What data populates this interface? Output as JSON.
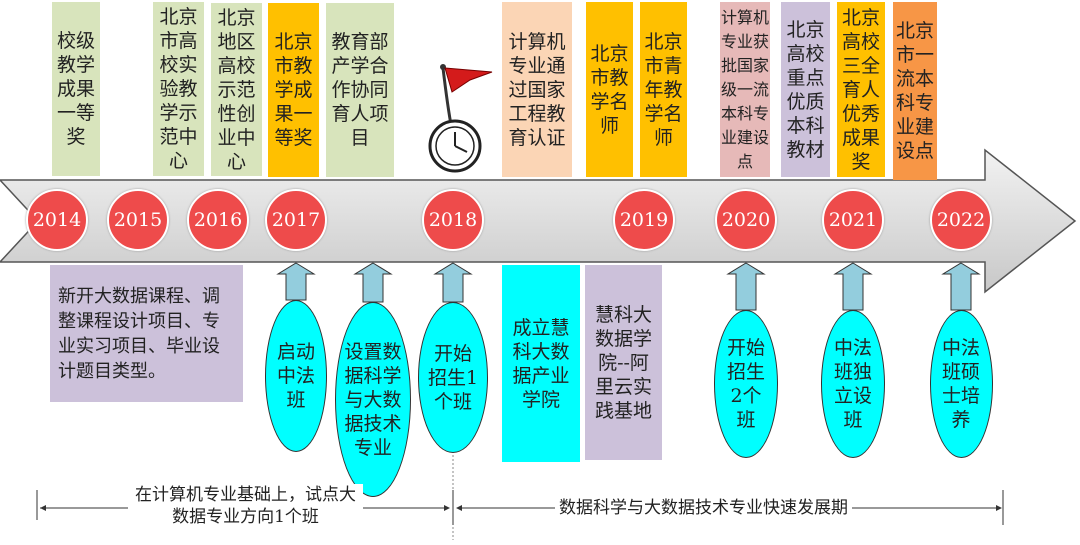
{
  "top_items": [
    {
      "text": "校级教学成果一等奖",
      "color": "#d8e4bc"
    },
    {
      "text": "北京市高校实验教学示范中心",
      "color": "#d8e4bc"
    },
    {
      "text": "北京地区高校示范性创业中心",
      "color": "#d8e4bc"
    },
    {
      "text": "北京市教学成果一等奖",
      "color": "#ffc000"
    },
    {
      "text": "教育部产学合作协同育人项目",
      "color": "#d8e4bc"
    },
    {
      "text": "计算机专业通过国家工程教育认证",
      "color": "#fbd5b5"
    },
    {
      "text": "北京市教学名师",
      "color": "#ffc000"
    },
    {
      "text": "北京市青年教学名师",
      "color": "#ffc000"
    },
    {
      "text": "计算机专业获批国家级一流本科专业建设点",
      "color": "#e6b9b8"
    },
    {
      "text": "北京高校重点优质本科教材",
      "color": "#ccc1da"
    },
    {
      "text": "北京高校三全育人优秀成果奖",
      "color": "#ffc000"
    },
    {
      "text": "北京市一流本科专业建设点",
      "color": "#f79646"
    }
  ],
  "years": [
    "2014",
    "2015",
    "2016",
    "2017",
    "2018",
    "2019",
    "2020",
    "2021",
    "2022"
  ],
  "bottom_items": {
    "courses": "新开大数据课程、调整课程设计项目、专业实习项目、毕业设计题目类型。",
    "e2017": "启动中法班",
    "e2017b": "设置数据科学与大数据技术专业",
    "e2018": "开始招生1个班",
    "college": "成立慧科大数据产业学院",
    "aliyun": "慧科大数据学院--阿里云实践基地",
    "e2020": "开始招生2个班",
    "e2021": "中法班独立设班",
    "e2022": "中法班硕士培养"
  },
  "periods": {
    "first": "在计算机专业基础上，试点大数据专业方向1个班",
    "second": "数据科学与大数据技术专业快速发展期"
  },
  "colors": {
    "year_circle": "#ee4b4b",
    "ellipse": "#00ffff",
    "arrow": "#93cddd",
    "purple": "#ccc1da"
  }
}
